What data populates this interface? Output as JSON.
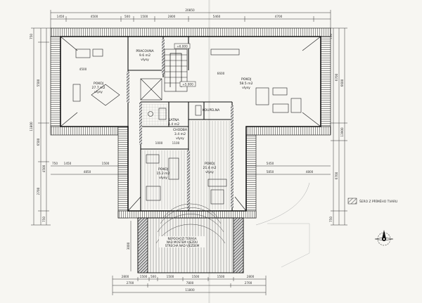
{
  "dims": {
    "overall_top": "20850",
    "top": [
      "1450",
      "500",
      "1500",
      "2800",
      "4500",
      "5460",
      "4700"
    ],
    "bottom": [
      "2800",
      "1500",
      "500",
      "1500",
      "1500",
      "1500",
      "2800"
    ],
    "bottom_sub": [
      "2700",
      "7800",
      "2700"
    ],
    "bottom_total": "11800",
    "left": [
      "750",
      "5500",
      "11800",
      "6500",
      "4500",
      "2700",
      "750"
    ],
    "right": [
      "750",
      "6700",
      "6600",
      "13900",
      "6700",
      "750"
    ],
    "mid_left": [
      "750",
      "1450",
      "1500",
      "4850"
    ],
    "mid_right": [
      "5450",
      "5850",
      "4800"
    ],
    "center": [
      "1000",
      "1100"
    ],
    "stair": "3000"
  },
  "rooms": [
    {
      "id": "pracovna",
      "name": "PRACOVNA",
      "area": "9.6 m2",
      "floor": "vlysy"
    },
    {
      "id": "pokoj-left",
      "name": "POKOJ",
      "area": "27.7 m2",
      "floor": "vlysy"
    },
    {
      "id": "pokoj-right",
      "name": "POKOJ",
      "area": "58.5 m2",
      "floor": "vlysy"
    },
    {
      "id": "satna",
      "name": "SATNA",
      "area": "4.4 m2",
      "floor": ""
    },
    {
      "id": "chodba",
      "name": "CHODBA",
      "area": "3.4 m2",
      "floor": "vlysy"
    },
    {
      "id": "koupelna",
      "name": "KOUPELNA",
      "area": "",
      "floor": ""
    },
    {
      "id": "pokoj-small-left",
      "name": "POKOJ",
      "area": "15.2 m2",
      "floor": "vlysy"
    },
    {
      "id": "pokoj-small-right",
      "name": "POKOJ",
      "area": "21.4 m2",
      "floor": "vlysy"
    }
  ],
  "levels": {
    "upper": "+6.000",
    "mid": "+5.000"
  },
  "terrace_note": [
    "NEPOCHOZI TERASA",
    "NAD MOSTEM VJEZDU",
    "STRECHA NAD VJEZDEM"
  ],
  "legend": {
    "label": "ŠERO Z PŘÍMÉHO TVARU"
  }
}
